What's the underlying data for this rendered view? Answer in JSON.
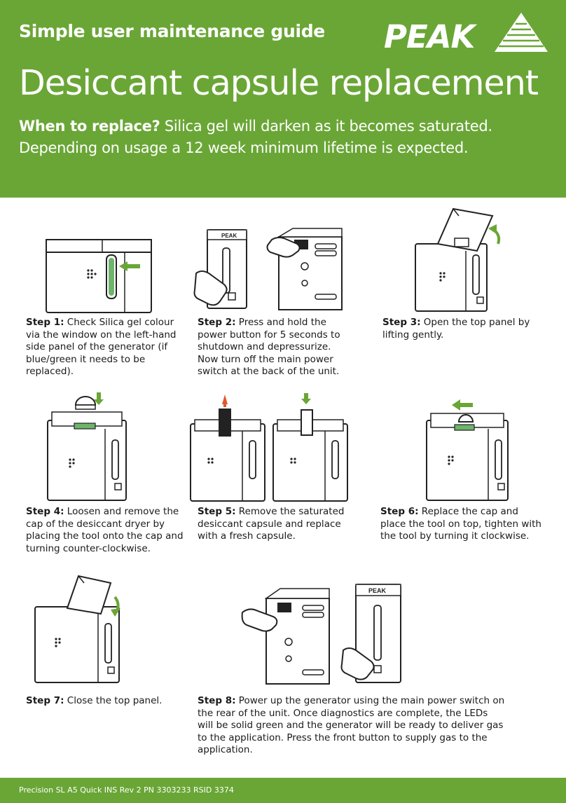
{
  "header": {
    "subtitle": "Simple user maintenance guide",
    "title": "Desiccant capsule replacement",
    "when_label": "When to replace?",
    "when_text": " Silica gel will darken as it becomes saturated. Depending on usage a 12 week minimum lifetime is expected.",
    "logo_text": "PEAK"
  },
  "steps": [
    {
      "label": "Step 1:",
      "text": " Check Silica gel colour via the window on the left-hand side panel of the generator (if blue/green it needs to be replaced)."
    },
    {
      "label": "Step 2:",
      "text": " Press and hold the power button for 5 seconds to shutdown and depressurize. Now turn off the main power switch at the back of the unit."
    },
    {
      "label": "Step 3:",
      "text": " Open the top panel by lifting gently."
    },
    {
      "label": "Step 4:",
      "text": " Loosen and remove the cap of the desiccant dryer by placing the tool onto the cap and turning counter-clockwise."
    },
    {
      "label": "Step 5:",
      "text": " Remove the saturated desiccant capsule and replace with a fresh capsule."
    },
    {
      "label": "Step 6:",
      "text": " Replace the cap and place the tool on top, tighten with the tool by turning it clockwise."
    },
    {
      "label": "Step 7:",
      "text": " Close the top panel."
    },
    {
      "label": "Step 8:",
      "text": " Power up the generator using the main power switch on the rear of the unit. Once diagnostics are complete, the LEDs will be solid green and the generator will be ready to deliver gas to the application. Press the front button to supply gas to the application."
    }
  ],
  "device_label": "PEAK",
  "footer": {
    "text": "Precision SL A5 Quick INS  Rev 2 PN 3303233  RSID 3374"
  },
  "colors": {
    "brand_green": "#6aa636",
    "arrow_red": "#e0572b",
    "silica_green": "#6db56b"
  }
}
